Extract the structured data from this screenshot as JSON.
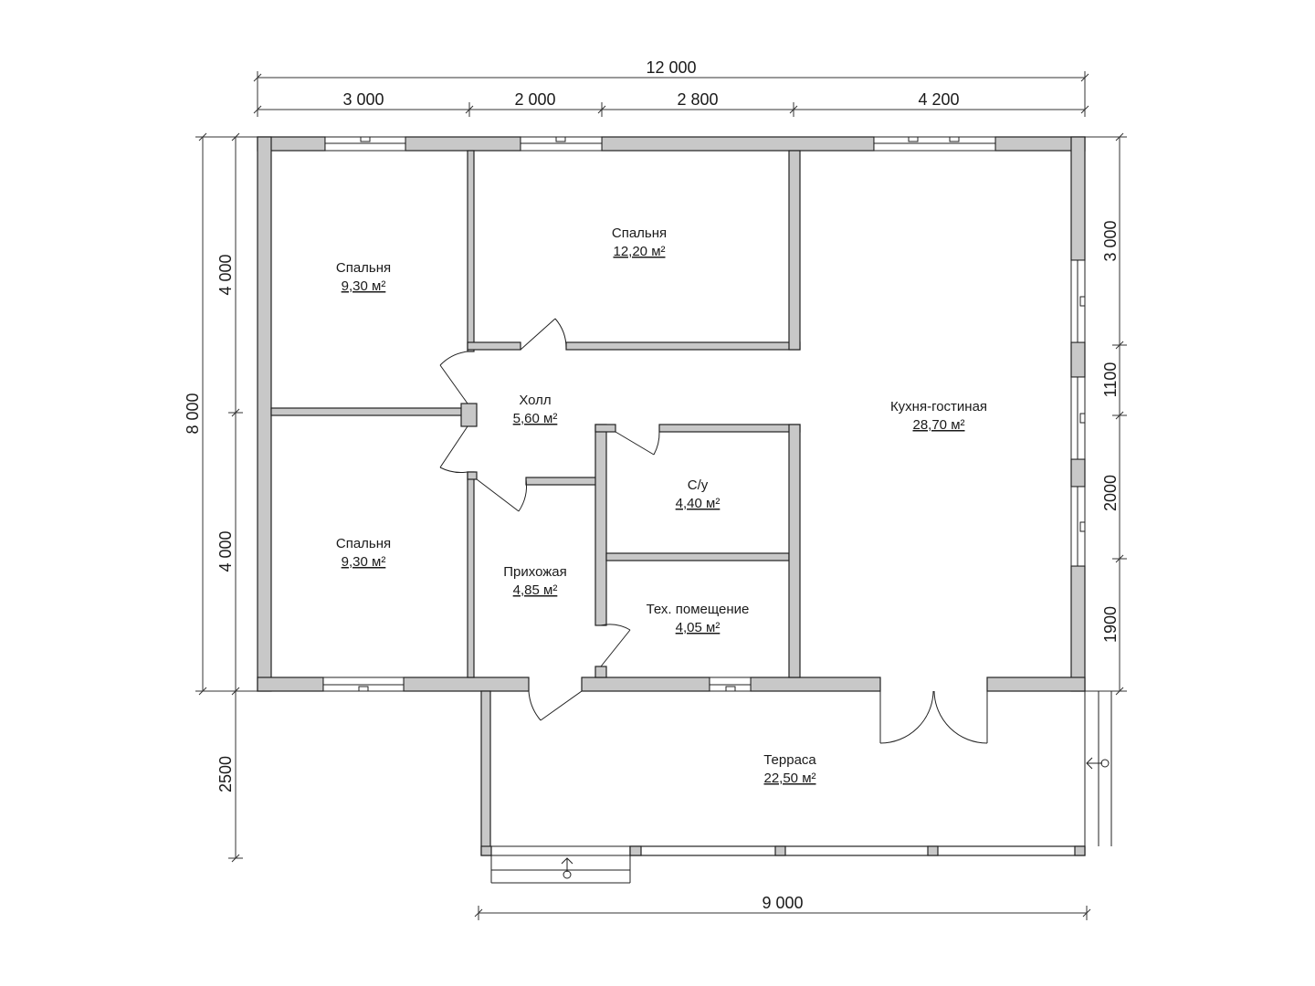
{
  "rooms": {
    "bed1": {
      "name": "Спальня",
      "area": "9,30 м²"
    },
    "bed2": {
      "name": "Спальня",
      "area": "12,20 м²"
    },
    "bed3": {
      "name": "Спальня",
      "area": "9,30 м²"
    },
    "hall": {
      "name": "Холл",
      "area": "5,60 м²"
    },
    "kitchen": {
      "name": "Кухня-гостиная",
      "area": "28,70 м²"
    },
    "wc": {
      "name": "С/у",
      "area": "4,40 м²"
    },
    "entry": {
      "name": "Прихожая",
      "area": "4,85 м²"
    },
    "tech": {
      "name": "Тех. помещение",
      "area": "4,05 м²"
    },
    "terrace": {
      "name": "Терраса",
      "area": "22,50 м²"
    }
  },
  "dimensions": {
    "top_total": "12 000",
    "top_1": "3 000",
    "top_2": "2 000",
    "top_3": "2 800",
    "top_4": "4 200",
    "left_total": "8 000",
    "left_1": "4 000",
    "left_2": "4 000",
    "left_3": "2500",
    "right_1": "3 000",
    "right_2": "1100",
    "right_3": "2000",
    "right_4": "1900",
    "bottom_total": "9 000"
  }
}
